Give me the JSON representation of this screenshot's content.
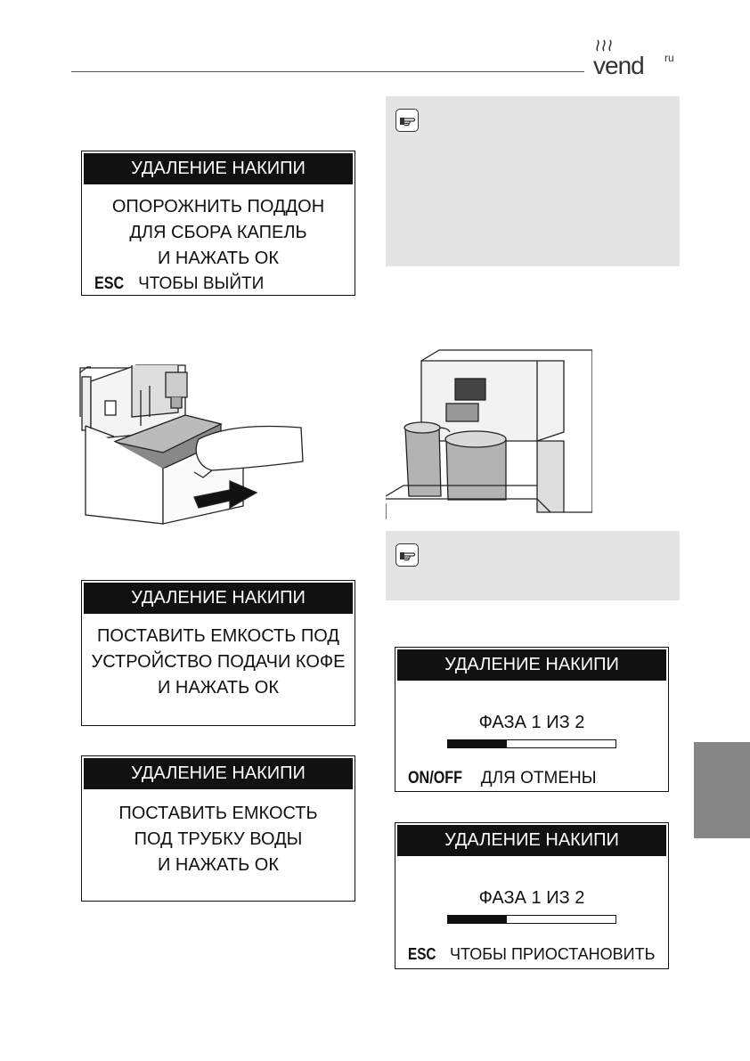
{
  "header": {
    "logo_text": "vend",
    "logo_sup": "ru"
  },
  "panels": {
    "p1": {
      "title": "УДАЛЕНИЕ НАКИПИ",
      "lines": [
        "ОПОРОЖНИТЬ ПОДДОН",
        "ДЛЯ СБОРА КАПЕЛЬ",
        "И НАЖАТЬ ОК"
      ],
      "footer_key": "ESC",
      "footer_text": "ЧТОБЫ ВЫЙТИ"
    },
    "p2": {
      "title": "УДАЛЕНИЕ НАКИПИ",
      "lines": [
        "ПОСТАВИТЬ ЕМКОСТЬ ПОД",
        "УСТРОЙСТВО ПОДАЧИ КОФЕ",
        "И НАЖАТЬ ОК"
      ]
    },
    "p3": {
      "title": "УДАЛЕНИЕ НАКИПИ",
      "lines": [
        "ПОСТАВИТЬ ЕМКОСТЬ",
        "ПОД ТРУБКУ ВОДЫ",
        "И НАЖАТЬ ОК"
      ]
    },
    "p4": {
      "title": "УДАЛЕНИЕ НАКИПИ",
      "phase": "ФАЗА 1 ИЗ 2",
      "progress": 0.35,
      "footer_key": "ON/OFF",
      "footer_text": "ДЛЯ ОТМЕНЫ"
    },
    "p5": {
      "title": "УДАЛЕНИЕ НАКИПИ",
      "phase": "ФАЗА 1 ИЗ 2",
      "progress": 0.35,
      "footer_key": "ESC",
      "footer_text": "ЧТОБЫ ПРИОСТАНОВИТЬ"
    }
  },
  "icons": {
    "note": "pointing-hand-icon",
    "logo": "steam-icon",
    "illustration_left": "drip-tray-insert-illustration",
    "illustration_right": "containers-under-outlets-illustration"
  },
  "colors": {
    "note_bg": "#e4e4e4",
    "tab": "#858585",
    "title_bg": "#111111"
  }
}
